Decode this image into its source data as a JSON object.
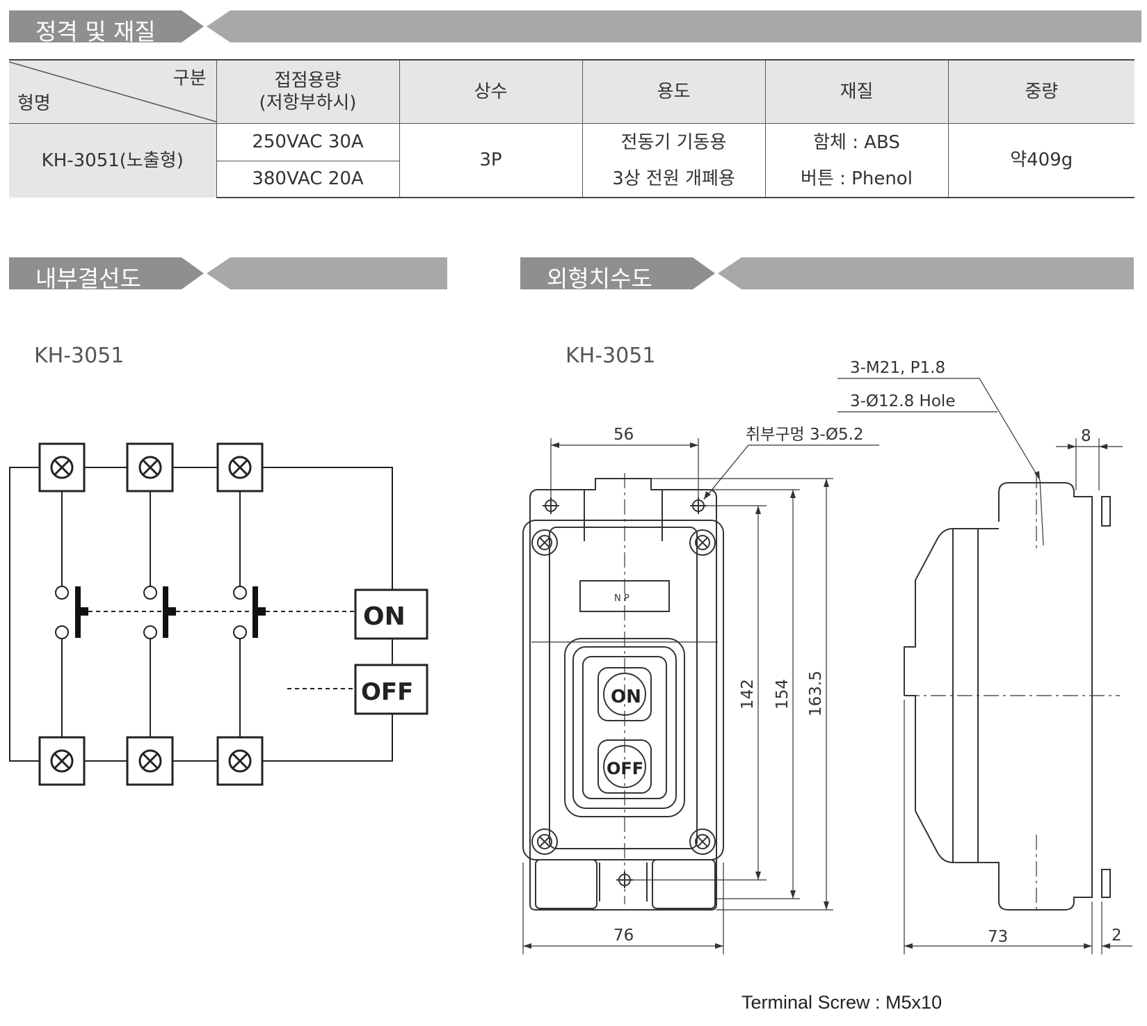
{
  "sections": {
    "spec_title": "정격 및 재질",
    "wiring_title": "내부결선도",
    "dimension_title": "외형치수도"
  },
  "table": {
    "corner_top": "구분",
    "corner_bottom": "형명",
    "headers": [
      "접점용량\n(저항부하시)",
      "상수",
      "용도",
      "재질",
      "중량"
    ],
    "model": "KH-3051(노출형)",
    "capacity": [
      "250VAC 30A",
      "380VAC 20A"
    ],
    "phase": "3P",
    "usage": [
      "전동기 기동용",
      "3상 전원 개폐용"
    ],
    "material": [
      "함체 : ABS",
      "버튼 : Phenol"
    ],
    "weight": "약409g"
  },
  "wiring": {
    "model": "KH-3051",
    "on_label": "ON",
    "off_label": "OFF"
  },
  "dimension": {
    "model": "KH-3051",
    "thread_note": "3-M21, P1.8",
    "hole_note": "3-Ø12.8 Hole",
    "mount_note": "취부구멍 3-Ø5.2",
    "np_label": "N P",
    "on_button": "ON",
    "off_button": "OFF",
    "dims": {
      "width_top": "56",
      "width_bottom": "76",
      "h142": "142",
      "h154": "154",
      "h163": "163.5",
      "depth": "73",
      "side_gap": "2",
      "side_top": "8"
    }
  },
  "footer": {
    "terminal": "Terminal Screw : M5x10"
  }
}
